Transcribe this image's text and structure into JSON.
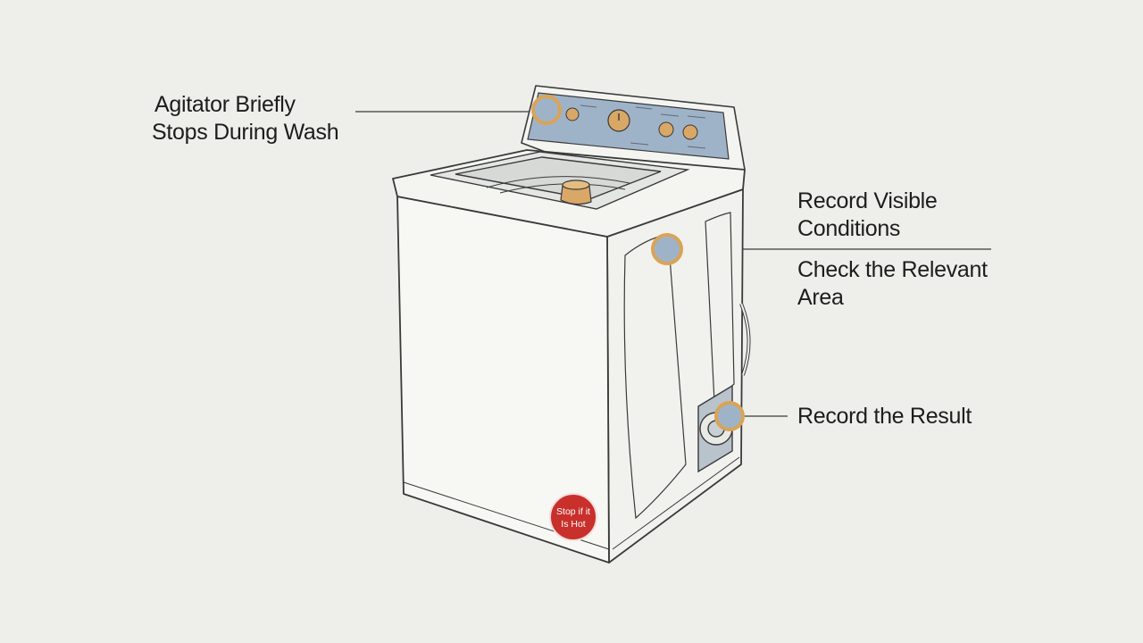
{
  "callouts": {
    "agitator": [
      "Agitator Briefly",
      "Stops During Wash"
    ],
    "record_visible": [
      "Record Visible",
      "Conditions"
    ],
    "check_area": [
      "Check the Relevant",
      "Area"
    ],
    "record_result": "Record the Result"
  },
  "badge": [
    "Stop if it",
    "Is Hot"
  ],
  "colors": {
    "background": "#eeeeea",
    "outline": "#3a3a3a",
    "panel": "#9fb3c8",
    "marker_ring": "#d8a457",
    "badge": "#c9302c",
    "agitator": "#d9a766"
  }
}
